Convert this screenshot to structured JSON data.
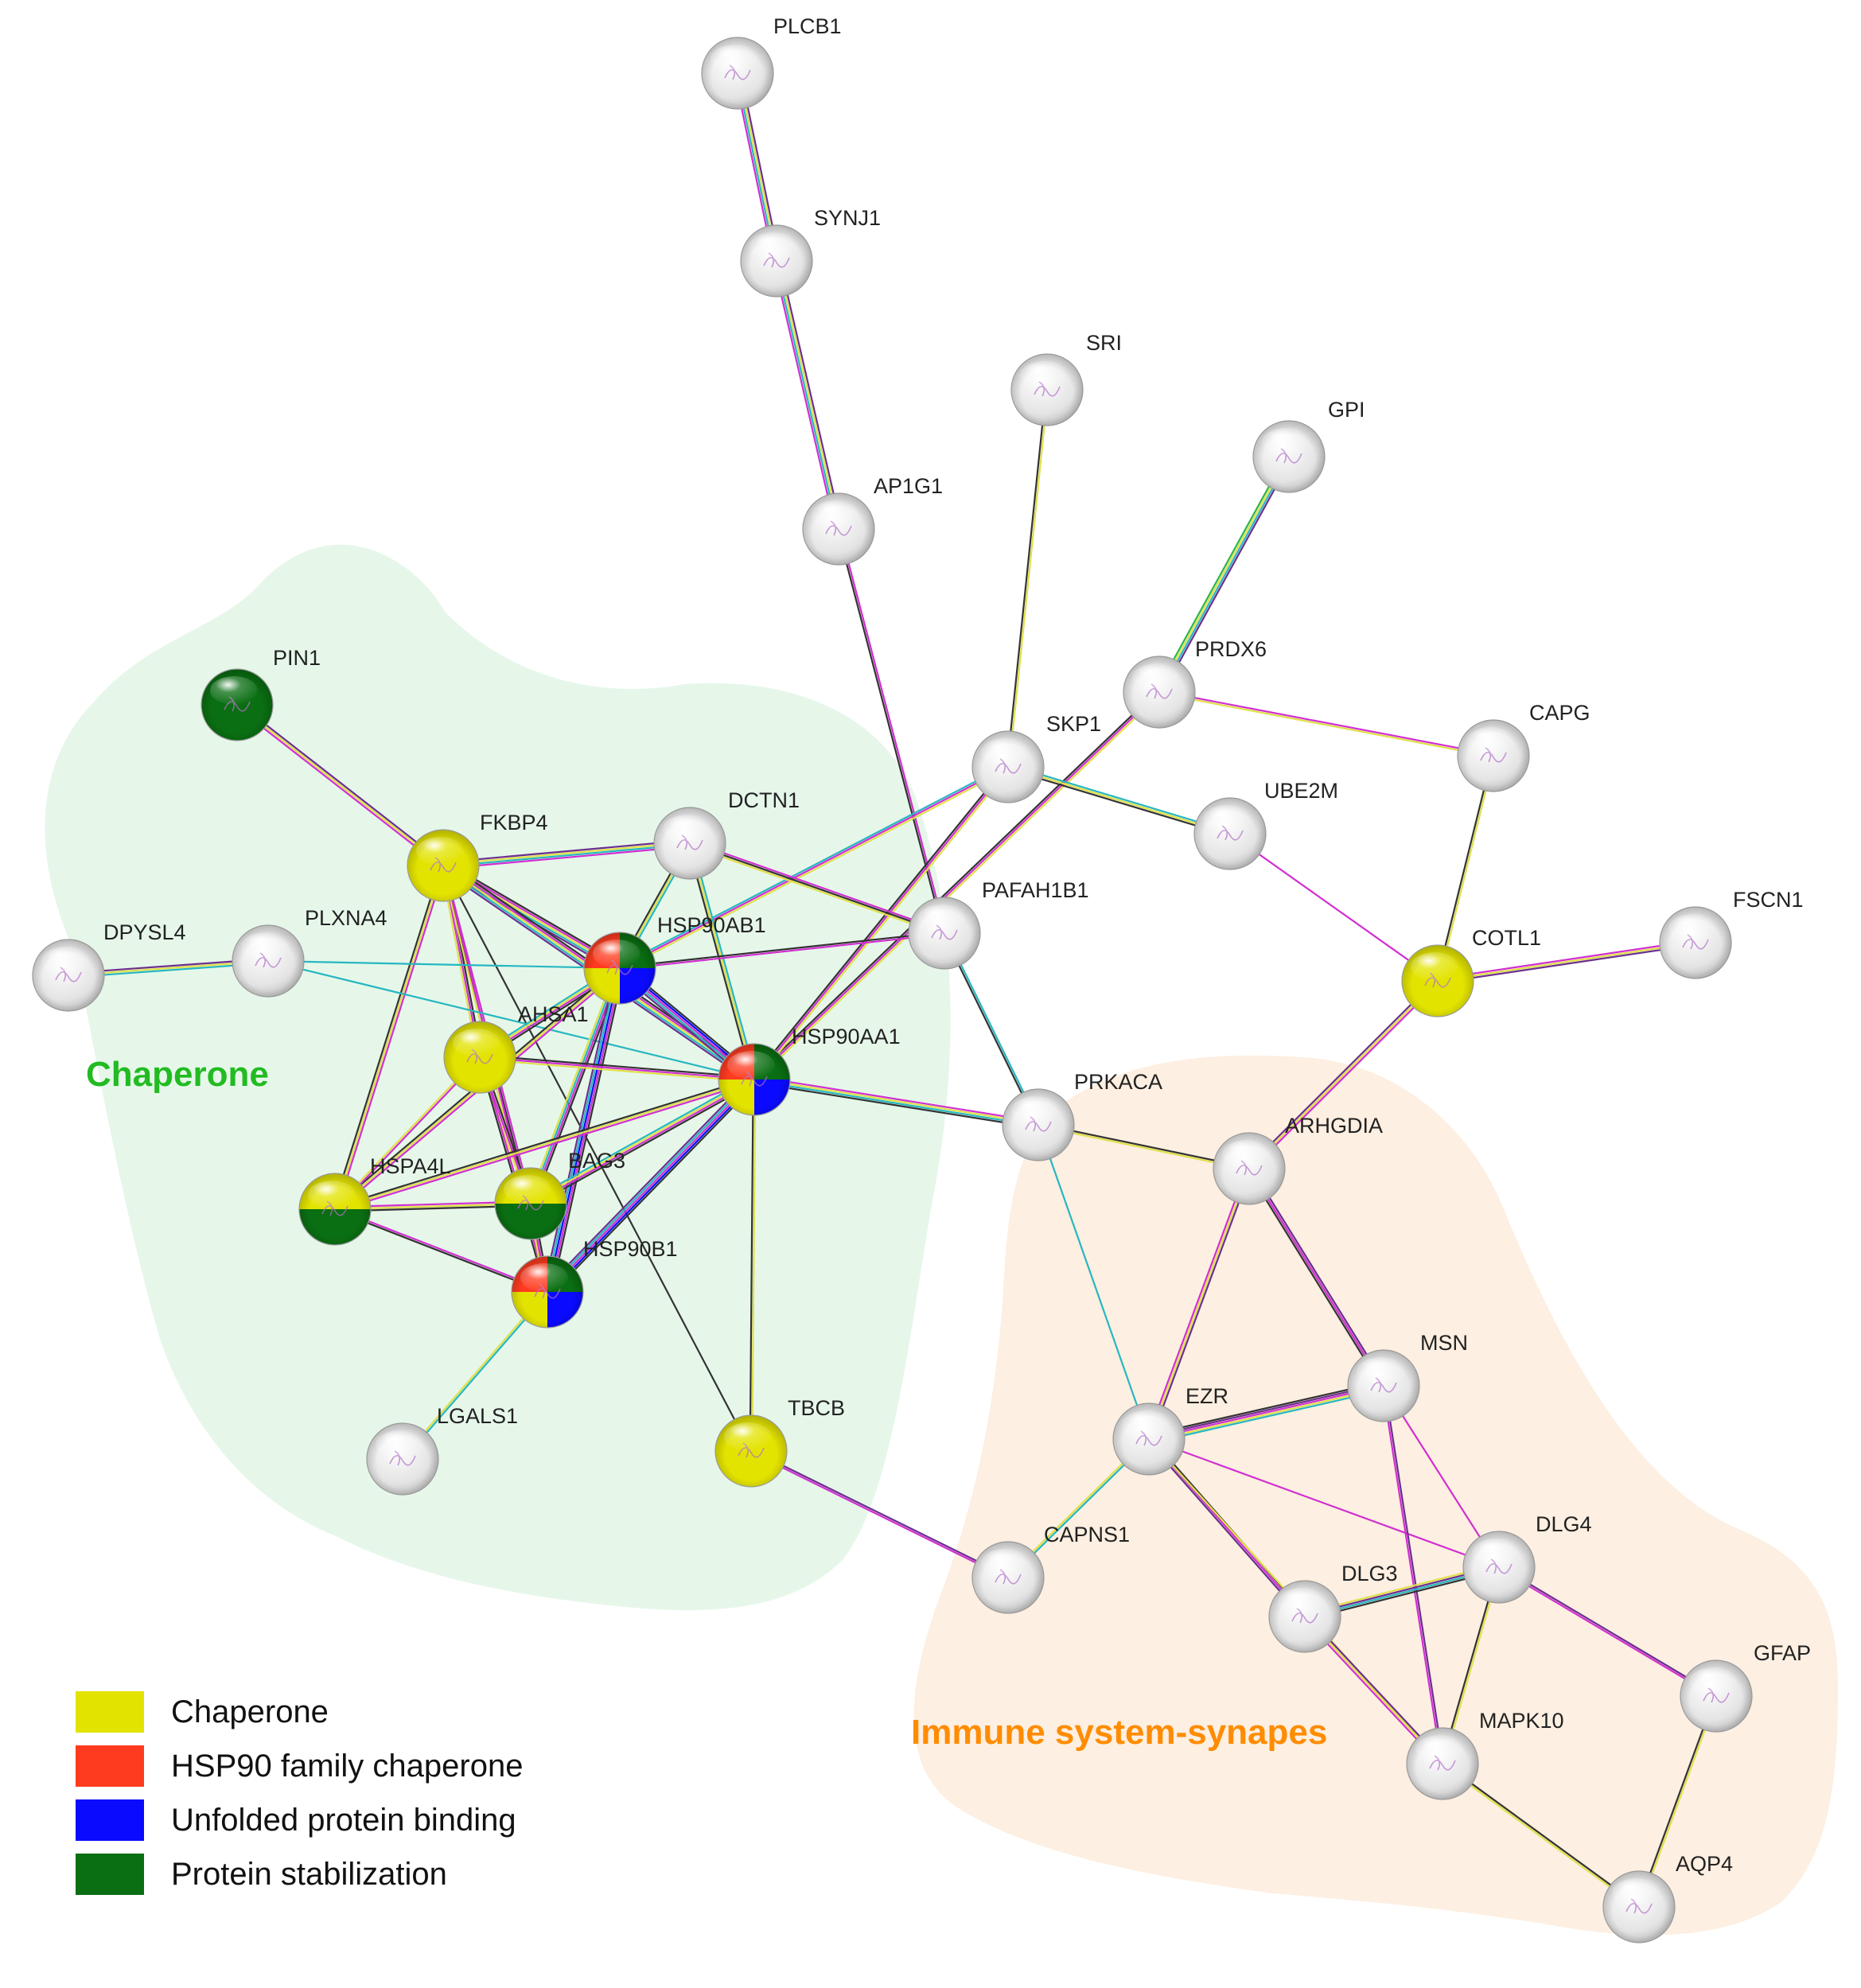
{
  "clusters": [
    {
      "id": "chaperone",
      "label": "Chaperone",
      "color": "#22bb22",
      "fill": "#e6f7ea"
    },
    {
      "id": "immune",
      "label": "Immune system-synapes",
      "color": "#ff8c00",
      "fill": "#fdefe1"
    }
  ],
  "legend": [
    {
      "label": "Chaperone",
      "color": "#e3e300"
    },
    {
      "label": "HSP90 family chaperone",
      "color": "#ff3b1f"
    },
    {
      "label": "Unfolded protein binding",
      "color": "#0a0aff"
    },
    {
      "label": "Protein stabilization",
      "color": "#0a6e12"
    }
  ],
  "nodes": [
    {
      "id": "PLCB1",
      "label": "PLCB1",
      "colors": []
    },
    {
      "id": "SYNJ1",
      "label": "SYNJ1",
      "colors": []
    },
    {
      "id": "AP1G1",
      "label": "AP1G1",
      "colors": []
    },
    {
      "id": "SRI",
      "label": "SRI",
      "colors": []
    },
    {
      "id": "GPI",
      "label": "GPI",
      "colors": []
    },
    {
      "id": "PRDX6",
      "label": "PRDX6",
      "colors": []
    },
    {
      "id": "CAPG",
      "label": "CAPG",
      "colors": []
    },
    {
      "id": "SKP1",
      "label": "SKP1",
      "colors": []
    },
    {
      "id": "UBE2M",
      "label": "UBE2M",
      "colors": []
    },
    {
      "id": "PIN1",
      "label": "PIN1",
      "colors": [
        "#0a6e12"
      ]
    },
    {
      "id": "FKBP4",
      "label": "FKBP4",
      "colors": [
        "#e3e300"
      ]
    },
    {
      "id": "DCTN1",
      "label": "DCTN1",
      "colors": []
    },
    {
      "id": "PAFAH1B1",
      "label": "PAFAH1B1",
      "colors": []
    },
    {
      "id": "FSCN1",
      "label": "FSCN1",
      "colors": []
    },
    {
      "id": "COTL1",
      "label": "COTL1",
      "colors": [
        "#e3e300"
      ]
    },
    {
      "id": "DPYSL4",
      "label": "DPYSL4",
      "colors": []
    },
    {
      "id": "PLXNA4",
      "label": "PLXNA4",
      "colors": []
    },
    {
      "id": "HSP90AB1",
      "label": "HSP90AB1",
      "colors": [
        "#ff3b1f",
        "#0a6e12",
        "#0a0aff",
        "#e3e300"
      ]
    },
    {
      "id": "AHSA1",
      "label": "AHSA1",
      "colors": [
        "#e3e300"
      ]
    },
    {
      "id": "HSP90AA1",
      "label": "HSP90AA1",
      "colors": [
        "#ff3b1f",
        "#0a6e12",
        "#0a0aff",
        "#e3e300"
      ]
    },
    {
      "id": "PRKACA",
      "label": "PRKACA",
      "colors": []
    },
    {
      "id": "ARHGDIA",
      "label": "ARHGDIA",
      "colors": []
    },
    {
      "id": "HSPA4L",
      "label": "HSPA4L",
      "colors": [
        "#e3e300",
        "#0a6e12"
      ]
    },
    {
      "id": "BAG3",
      "label": "BAG3",
      "colors": [
        "#e3e300",
        "#0a6e12"
      ]
    },
    {
      "id": "HSP90B1",
      "label": "HSP90B1",
      "colors": [
        "#ff3b1f",
        "#0a6e12",
        "#0a0aff",
        "#e3e300"
      ]
    },
    {
      "id": "LGALS1",
      "label": "LGALS1",
      "colors": []
    },
    {
      "id": "TBCB",
      "label": "TBCB",
      "colors": [
        "#e3e300"
      ]
    },
    {
      "id": "MSN",
      "label": "MSN",
      "colors": []
    },
    {
      "id": "EZR",
      "label": "EZR",
      "colors": []
    },
    {
      "id": "CAPNS1",
      "label": "CAPNS1",
      "colors": []
    },
    {
      "id": "DLG4",
      "label": "DLG4",
      "colors": []
    },
    {
      "id": "DLG3",
      "label": "DLG3",
      "colors": []
    },
    {
      "id": "GFAP",
      "label": "GFAP",
      "colors": []
    },
    {
      "id": "MAPK10",
      "label": "MAPK10",
      "colors": []
    },
    {
      "id": "AQP4",
      "label": "AQP4",
      "colors": []
    }
  ],
  "edges": [
    {
      "source": "PLCB1",
      "target": "SYNJ1",
      "colors": [
        "#6b2f8f",
        "#e0e04a",
        "#26b7c0",
        "#d12fd1"
      ]
    },
    {
      "source": "SYNJ1",
      "target": "AP1G1",
      "colors": [
        "#6b2f8f",
        "#e0e04a",
        "#26b7c0",
        "#d12fd1"
      ]
    },
    {
      "source": "AP1G1",
      "target": "PAFAH1B1",
      "colors": [
        "#d12fd1",
        "#333333"
      ]
    },
    {
      "source": "SRI",
      "target": "SKP1",
      "colors": [
        "#e0e04a",
        "#333333"
      ]
    },
    {
      "source": "GPI",
      "target": "PRDX6",
      "colors": [
        "#6b2f8f",
        "#26b7c0",
        "#e0e04a",
        "#2bb34a"
      ]
    },
    {
      "source": "PRDX6",
      "target": "CAPG",
      "colors": [
        "#d12fd1",
        "#e0e04a"
      ]
    },
    {
      "source": "PRDX6",
      "target": "HSP90AA1",
      "colors": [
        "#e0e04a",
        "#d12fd1",
        "#333333"
      ]
    },
    {
      "source": "SKP1",
      "target": "UBE2M",
      "colors": [
        "#26b7c0",
        "#e0e04a",
        "#333333"
      ]
    },
    {
      "source": "SKP1",
      "target": "HSP90AB1",
      "colors": [
        "#e0e04a",
        "#d12fd1",
        "#26b7c0"
      ]
    },
    {
      "source": "SKP1",
      "target": "HSP90AA1",
      "colors": [
        "#e0e04a",
        "#d12fd1",
        "#333333"
      ]
    },
    {
      "source": "UBE2M",
      "target": "COTL1",
      "colors": [
        "#d12fd1"
      ]
    },
    {
      "source": "CAPG",
      "target": "COTL1",
      "colors": [
        "#e0e04a",
        "#333333"
      ]
    },
    {
      "source": "FSCN1",
      "target": "COTL1",
      "colors": [
        "#6b2f8f",
        "#e0e04a",
        "#d12fd1"
      ]
    },
    {
      "source": "COTL1",
      "target": "ARHGDIA",
      "colors": [
        "#d12fd1",
        "#e0e04a",
        "#6b2f8f"
      ]
    },
    {
      "source": "PIN1",
      "target": "FKBP4",
      "colors": [
        "#6b2f8f",
        "#e0e04a",
        "#d12fd1"
      ]
    },
    {
      "source": "FKBP4",
      "target": "DCTN1",
      "colors": [
        "#6b2f8f",
        "#e0e04a",
        "#26b7c0",
        "#d12fd1"
      ]
    },
    {
      "source": "FKBP4",
      "target": "HSP90AB1",
      "colors": [
        "#333333",
        "#d12fd1",
        "#e0e04a",
        "#26b7c0",
        "#6b2f8f"
      ]
    },
    {
      "source": "FKBP4",
      "target": "HSP90AA1",
      "colors": [
        "#333333",
        "#d12fd1",
        "#e0e04a",
        "#26b7c0",
        "#6b2f8f"
      ]
    },
    {
      "source": "FKBP4",
      "target": "AHSA1",
      "colors": [
        "#333333",
        "#d12fd1",
        "#e0e04a"
      ]
    },
    {
      "source": "FKBP4",
      "target": "HSPA4L",
      "colors": [
        "#d12fd1",
        "#e0e04a",
        "#333333"
      ]
    },
    {
      "source": "FKBP4",
      "target": "BAG3",
      "colors": [
        "#d12fd1",
        "#333333"
      ]
    },
    {
      "source": "FKBP4",
      "target": "HSP90B1",
      "colors": [
        "#d12fd1",
        "#e0e04a"
      ]
    },
    {
      "source": "FKBP4",
      "target": "TBCB",
      "colors": [
        "#333333"
      ]
    },
    {
      "source": "DCTN1",
      "target": "HSP90AB1",
      "colors": [
        "#26b7c0",
        "#e0e04a",
        "#333333"
      ]
    },
    {
      "source": "DCTN1",
      "target": "HSP90AA1",
      "colors": [
        "#26b7c0",
        "#e0e04a",
        "#333333"
      ]
    },
    {
      "source": "DCTN1",
      "target": "PAFAH1B1",
      "colors": [
        "#d12fd1",
        "#333333",
        "#e0e04a"
      ]
    },
    {
      "source": "PAFAH1B1",
      "target": "HSP90AB1",
      "colors": [
        "#d12fd1",
        "#333333"
      ]
    },
    {
      "source": "PAFAH1B1",
      "target": "PRKACA",
      "colors": [
        "#26b7c0",
        "#333333"
      ]
    },
    {
      "source": "DPYSL4",
      "target": "PLXNA4",
      "colors": [
        "#6b2f8f",
        "#e0e04a",
        "#26b7c0"
      ]
    },
    {
      "source": "PLXNA4",
      "target": "HSP90AB1",
      "colors": [
        "#26b7c0"
      ]
    },
    {
      "source": "PLXNA4",
      "target": "HSP90AA1",
      "colors": [
        "#26b7c0"
      ]
    },
    {
      "source": "HSP90AB1",
      "target": "HSP90AA1",
      "colors": [
        "#333333",
        "#0a0aff",
        "#d12fd1",
        "#26b7c0",
        "#6b2f8f"
      ]
    },
    {
      "source": "HSP90AB1",
      "target": "AHSA1",
      "colors": [
        "#333333",
        "#d12fd1",
        "#e0e04a",
        "#26b7c0"
      ]
    },
    {
      "source": "HSP90AB1",
      "target": "HSPA4L",
      "colors": [
        "#d12fd1",
        "#e0e04a",
        "#333333"
      ]
    },
    {
      "source": "HSP90AB1",
      "target": "BAG3",
      "colors": [
        "#333333",
        "#d12fd1",
        "#26b7c0",
        "#e0e04a"
      ]
    },
    {
      "source": "HSP90AB1",
      "target": "HSP90B1",
      "colors": [
        "#333333",
        "#d12fd1",
        "#0a0aff",
        "#26b7c0",
        "#6b2f8f"
      ]
    },
    {
      "source": "AHSA1",
      "target": "HSP90AA1",
      "colors": [
        "#333333",
        "#d12fd1",
        "#e0e04a"
      ]
    },
    {
      "source": "AHSA1",
      "target": "HSPA4L",
      "colors": [
        "#d12fd1",
        "#e0e04a"
      ]
    },
    {
      "source": "AHSA1",
      "target": "BAG3",
      "colors": [
        "#333333",
        "#d12fd1",
        "#e0e04a"
      ]
    },
    {
      "source": "AHSA1",
      "target": "HSP90B1",
      "colors": [
        "#d12fd1",
        "#333333"
      ]
    },
    {
      "source": "HSP90AA1",
      "target": "PRKACA",
      "colors": [
        "#d12fd1",
        "#e0e04a",
        "#26b7c0",
        "#333333"
      ]
    },
    {
      "source": "HSP90AA1",
      "target": "HSPA4L",
      "colors": [
        "#d12fd1",
        "#e0e04a",
        "#333333"
      ]
    },
    {
      "source": "HSP90AA1",
      "target": "BAG3",
      "colors": [
        "#333333",
        "#d12fd1",
        "#e0e04a",
        "#26b7c0"
      ]
    },
    {
      "source": "HSP90AA1",
      "target": "HSP90B1",
      "colors": [
        "#333333",
        "#0a0aff",
        "#d12fd1",
        "#26b7c0",
        "#6b2f8f"
      ]
    },
    {
      "source": "HSP90AA1",
      "target": "TBCB",
      "colors": [
        "#e0e04a",
        "#333333"
      ]
    },
    {
      "source": "HSPA4L",
      "target": "BAG3",
      "colors": [
        "#d12fd1",
        "#e0e04a",
        "#333333"
      ]
    },
    {
      "source": "HSPA4L",
      "target": "HSP90B1",
      "colors": [
        "#d12fd1",
        "#333333"
      ]
    },
    {
      "source": "BAG3",
      "target": "HSP90B1",
      "colors": [
        "#333333",
        "#d12fd1",
        "#e0e04a"
      ]
    },
    {
      "source": "HSP90B1",
      "target": "LGALS1",
      "colors": [
        "#26b7c0",
        "#e0e04a"
      ]
    },
    {
      "source": "TBCB",
      "target": "CAPNS1",
      "colors": [
        "#6b2f8f",
        "#d12fd1"
      ]
    },
    {
      "source": "PRKACA",
      "target": "ARHGDIA",
      "colors": [
        "#333333",
        "#e0e04a"
      ]
    },
    {
      "source": "PRKACA",
      "target": "EZR",
      "colors": [
        "#26b7c0"
      ]
    },
    {
      "source": "ARHGDIA",
      "target": "EZR",
      "colors": [
        "#6b2f8f",
        "#e0e04a",
        "#d12fd1"
      ]
    },
    {
      "source": "ARHGDIA",
      "target": "MSN",
      "colors": [
        "#6b2f8f",
        "#d12fd1",
        "#333333"
      ]
    },
    {
      "source": "EZR",
      "target": "MSN",
      "colors": [
        "#333333",
        "#6b2f8f",
        "#d12fd1",
        "#e0e04a",
        "#26b7c0"
      ]
    },
    {
      "source": "EZR",
      "target": "CAPNS1",
      "colors": [
        "#26b7c0",
        "#e0e04a"
      ]
    },
    {
      "source": "EZR",
      "target": "DLG4",
      "colors": [
        "#d12fd1"
      ]
    },
    {
      "source": "EZR",
      "target": "DLG3",
      "colors": [
        "#333333",
        "#d12fd1",
        "#6b2f8f"
      ]
    },
    {
      "source": "EZR",
      "target": "MAPK10",
      "colors": [
        "#e0e04a"
      ]
    },
    {
      "source": "MSN",
      "target": "DLG4",
      "colors": [
        "#d12fd1"
      ]
    },
    {
      "source": "MSN",
      "target": "MAPK10",
      "colors": [
        "#6b2f8f",
        "#d12fd1"
      ]
    },
    {
      "source": "DLG4",
      "target": "DLG3",
      "colors": [
        "#333333",
        "#26b7c0",
        "#6b2f8f",
        "#e0e04a"
      ]
    },
    {
      "source": "DLG4",
      "target": "GFAP",
      "colors": [
        "#6b2f8f",
        "#d12fd1"
      ]
    },
    {
      "source": "DLG4",
      "target": "MAPK10",
      "colors": [
        "#e0e04a",
        "#333333"
      ]
    },
    {
      "source": "DLG3",
      "target": "MAPK10",
      "colors": [
        "#6b2f8f",
        "#e0e04a",
        "#d12fd1"
      ]
    },
    {
      "source": "GFAP",
      "target": "AQP4",
      "colors": [
        "#e0e04a",
        "#333333"
      ]
    },
    {
      "source": "MAPK10",
      "target": "AQP4",
      "colors": [
        "#333333",
        "#e0e04a"
      ]
    }
  ]
}
